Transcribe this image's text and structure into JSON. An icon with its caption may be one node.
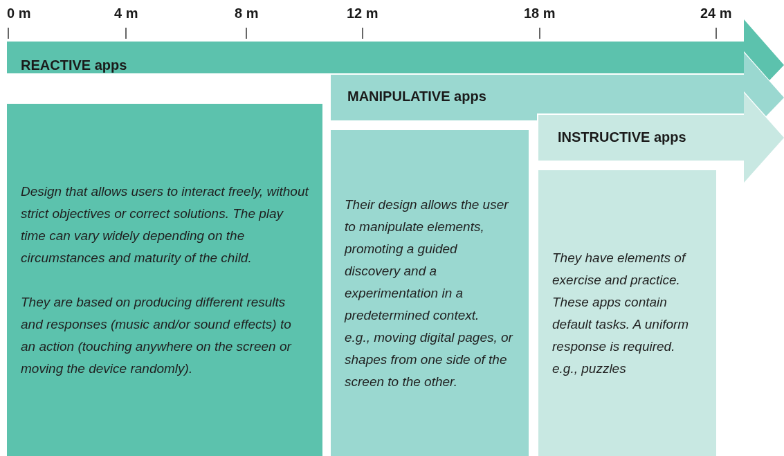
{
  "diagram": {
    "nodes": [
      {
        "text": [
          "REACTIVE apps"
        ]
      },
      {
        "text": [
          "MANIPULATIVE apps"
        ]
      },
      {
        "text": [
          "INSTRUCTIVE apps"
        ]
      },
      {
        "text": [
          "Design that allows users to interact freely, without strict objectives or correct solutions. The play time can vary widely depending on the circumstances and maturity of the child.",
          "They are based on producing different results and responses (music and/or sound effects) to an action (touching anywhere on the screen or moving the device randomly)."
        ]
      },
      {
        "text": [
          "Their design allows the user to manipulate elements, promoting a guided discovery and a experimentation in a predetermined context.",
          "e.g., moving digital pages, or shapes from one side of the screen to the other."
        ]
      },
      {
        "text": [
          "They have elements of exercise and practice. These apps contain default tasks. A uniform response is required.",
          "e.g., puzzles"
        ]
      }
    ],
    "labels": [
      "0 m",
      "4 m",
      "8 m",
      "12 m",
      "18 m",
      "24 m"
    ]
  }
}
